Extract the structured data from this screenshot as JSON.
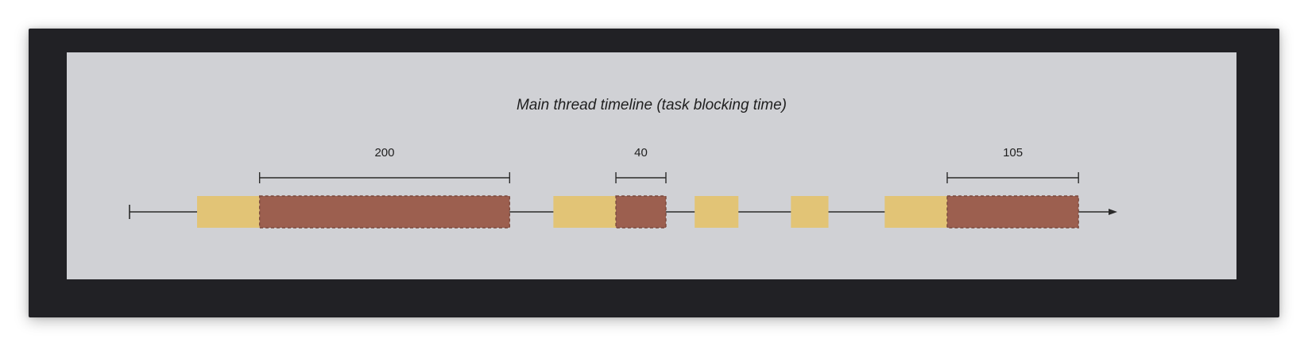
{
  "title": "Main thread timeline (task blocking time)",
  "colors": {
    "frame": "#212125",
    "background": "#d0d1d5",
    "task_ok": "#e2c476",
    "task_blocking": "#9c5f4f",
    "line": "#2a2a2a"
  },
  "tasks": [
    {
      "start": 0,
      "ok": 50,
      "blocking": 200
    },
    {
      "start": 285,
      "ok": 50,
      "blocking": 40
    },
    {
      "start": 398,
      "ok": 35,
      "blocking": 0
    },
    {
      "start": 475,
      "ok": 30,
      "blocking": 0
    },
    {
      "start": 550,
      "ok": 50,
      "blocking": 105
    }
  ],
  "blocking_labels": [
    "200",
    "40",
    "105"
  ]
}
